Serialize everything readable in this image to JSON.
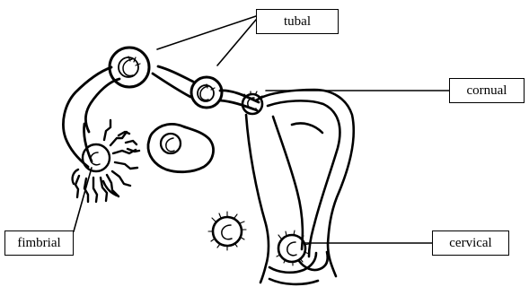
{
  "labels": {
    "tubal": "tubal",
    "cornual": "cornual",
    "fimbrial": "fimbrial",
    "cervical": "cervical"
  },
  "colors": {
    "line": "#000000",
    "background": "#ffffff"
  }
}
